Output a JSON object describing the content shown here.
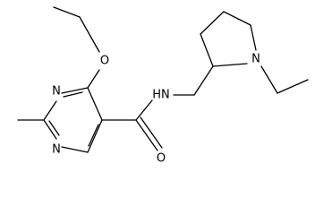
{
  "molecule": {
    "atoms": {
      "ring_n_top": "N",
      "ring_n_bottom": "N",
      "ether_o": "O",
      "carbonyl_o": "O",
      "amide_nh": "HN",
      "pyrrolidine_n": "N"
    }
  }
}
